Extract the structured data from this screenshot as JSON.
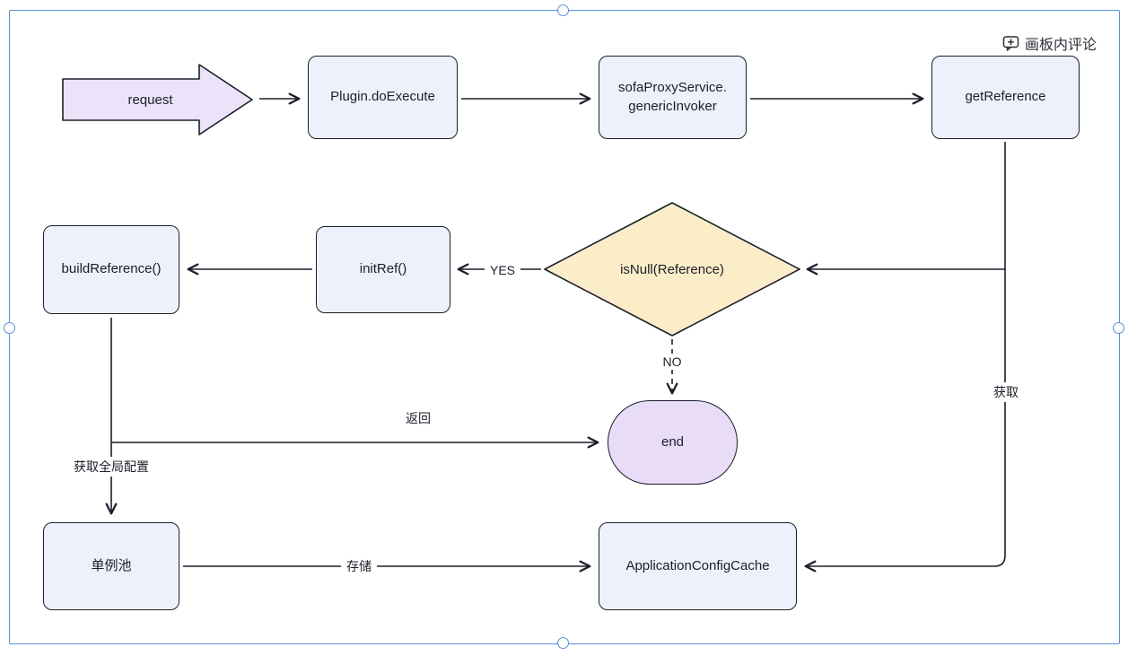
{
  "toolbar": {
    "comment_label": "画板内评论"
  },
  "nodes": {
    "request": {
      "label": "request"
    },
    "plugin_do_execute": {
      "label": "Plugin.doExecute"
    },
    "sofa_proxy_generic_invoker": {
      "label": "sofaProxyService.\ngenericInvoker"
    },
    "get_reference": {
      "label": "getReference"
    },
    "is_null_reference": {
      "label": "isNull(Reference)"
    },
    "init_ref": {
      "label": "initRef()"
    },
    "build_reference": {
      "label": "buildReference()"
    },
    "end": {
      "label": "end"
    },
    "singleton_pool": {
      "label": "单例池"
    },
    "application_config_cache": {
      "label": "ApplicationConfigCache"
    }
  },
  "edge_labels": {
    "yes": "YES",
    "no": "NO",
    "return": "返回",
    "store": "存储",
    "fetch": "获取",
    "fetch_global_config": "获取全局配置"
  },
  "colors": {
    "node_fill": "#edf1fb",
    "node_border": "#1b1f2a",
    "decision_fill": "#fcedc9",
    "end_fill": "#e8dcf7",
    "request_fill": "#ece3fa",
    "line": "#1b1f2a",
    "selection": "#5b90d6"
  }
}
